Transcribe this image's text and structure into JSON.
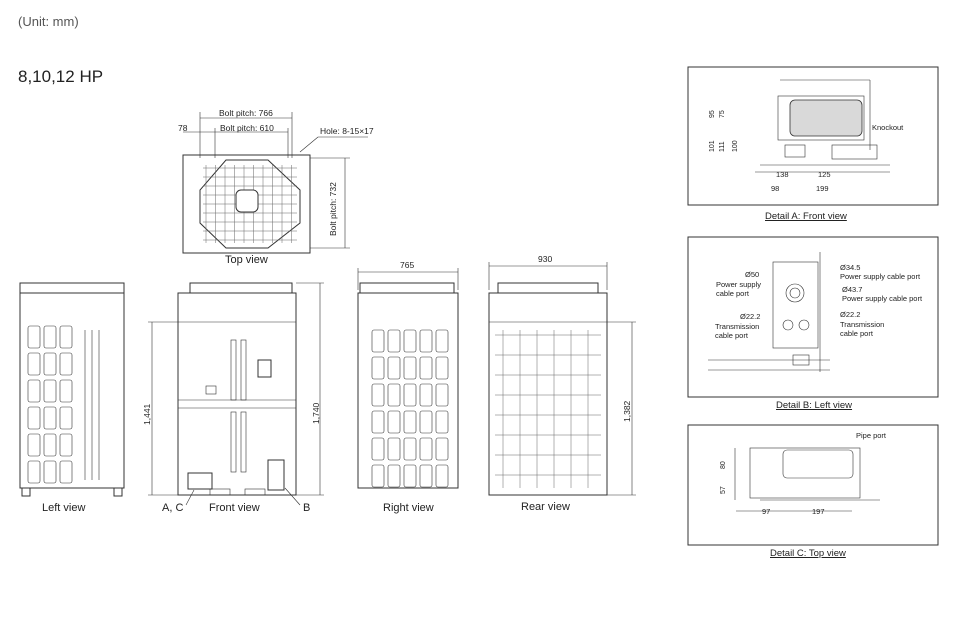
{
  "header": {
    "unit": "(Unit: mm)",
    "model": "8,10,12 HP"
  },
  "views": {
    "top": {
      "label": "Top view",
      "bolt_pitch_766": "Bolt pitch: 766",
      "bolt_pitch_610": "Bolt pitch: 610",
      "dim_78": "78",
      "hole": "Hole: 8-15×17",
      "bolt_pitch_732": "Bolt pitch: 732"
    },
    "left": {
      "label": "Left view",
      "dim_1441": "1,441"
    },
    "front": {
      "label": "Front view",
      "dim_1740": "1,740",
      "callout_ac": "A, C",
      "callout_b": "B"
    },
    "right": {
      "label": "Right view",
      "dim_765": "765"
    },
    "rear": {
      "label": "Rear view",
      "dim_930": "930",
      "dim_1382": "1,382"
    }
  },
  "details": {
    "a": {
      "title": "Detail A: Front view",
      "knockout": "Knockout",
      "d95": "95",
      "d75": "75",
      "d101": "101",
      "d111": "111",
      "d100": "100",
      "d138": "138",
      "d125": "125",
      "d98": "98",
      "d199": "199"
    },
    "b": {
      "title": "Detail B: Left view",
      "o50": "Ø50",
      "o50_desc": "Power supply cable port",
      "o222a": "Ø22.2",
      "o222a_desc": "Transmission cable port",
      "o346": "Ø34.5",
      "o346_desc": "Power supply cable port",
      "o437": "Ø43.7",
      "o437_desc": "Power supply cable port",
      "o222b": "Ø22.2",
      "o222b_desc": "Transmission cable port"
    },
    "c": {
      "title": "Detail C: Top view",
      "pipe_port": "Pipe port",
      "d80": "80",
      "d57": "57",
      "d97": "97",
      "d197": "197"
    }
  }
}
